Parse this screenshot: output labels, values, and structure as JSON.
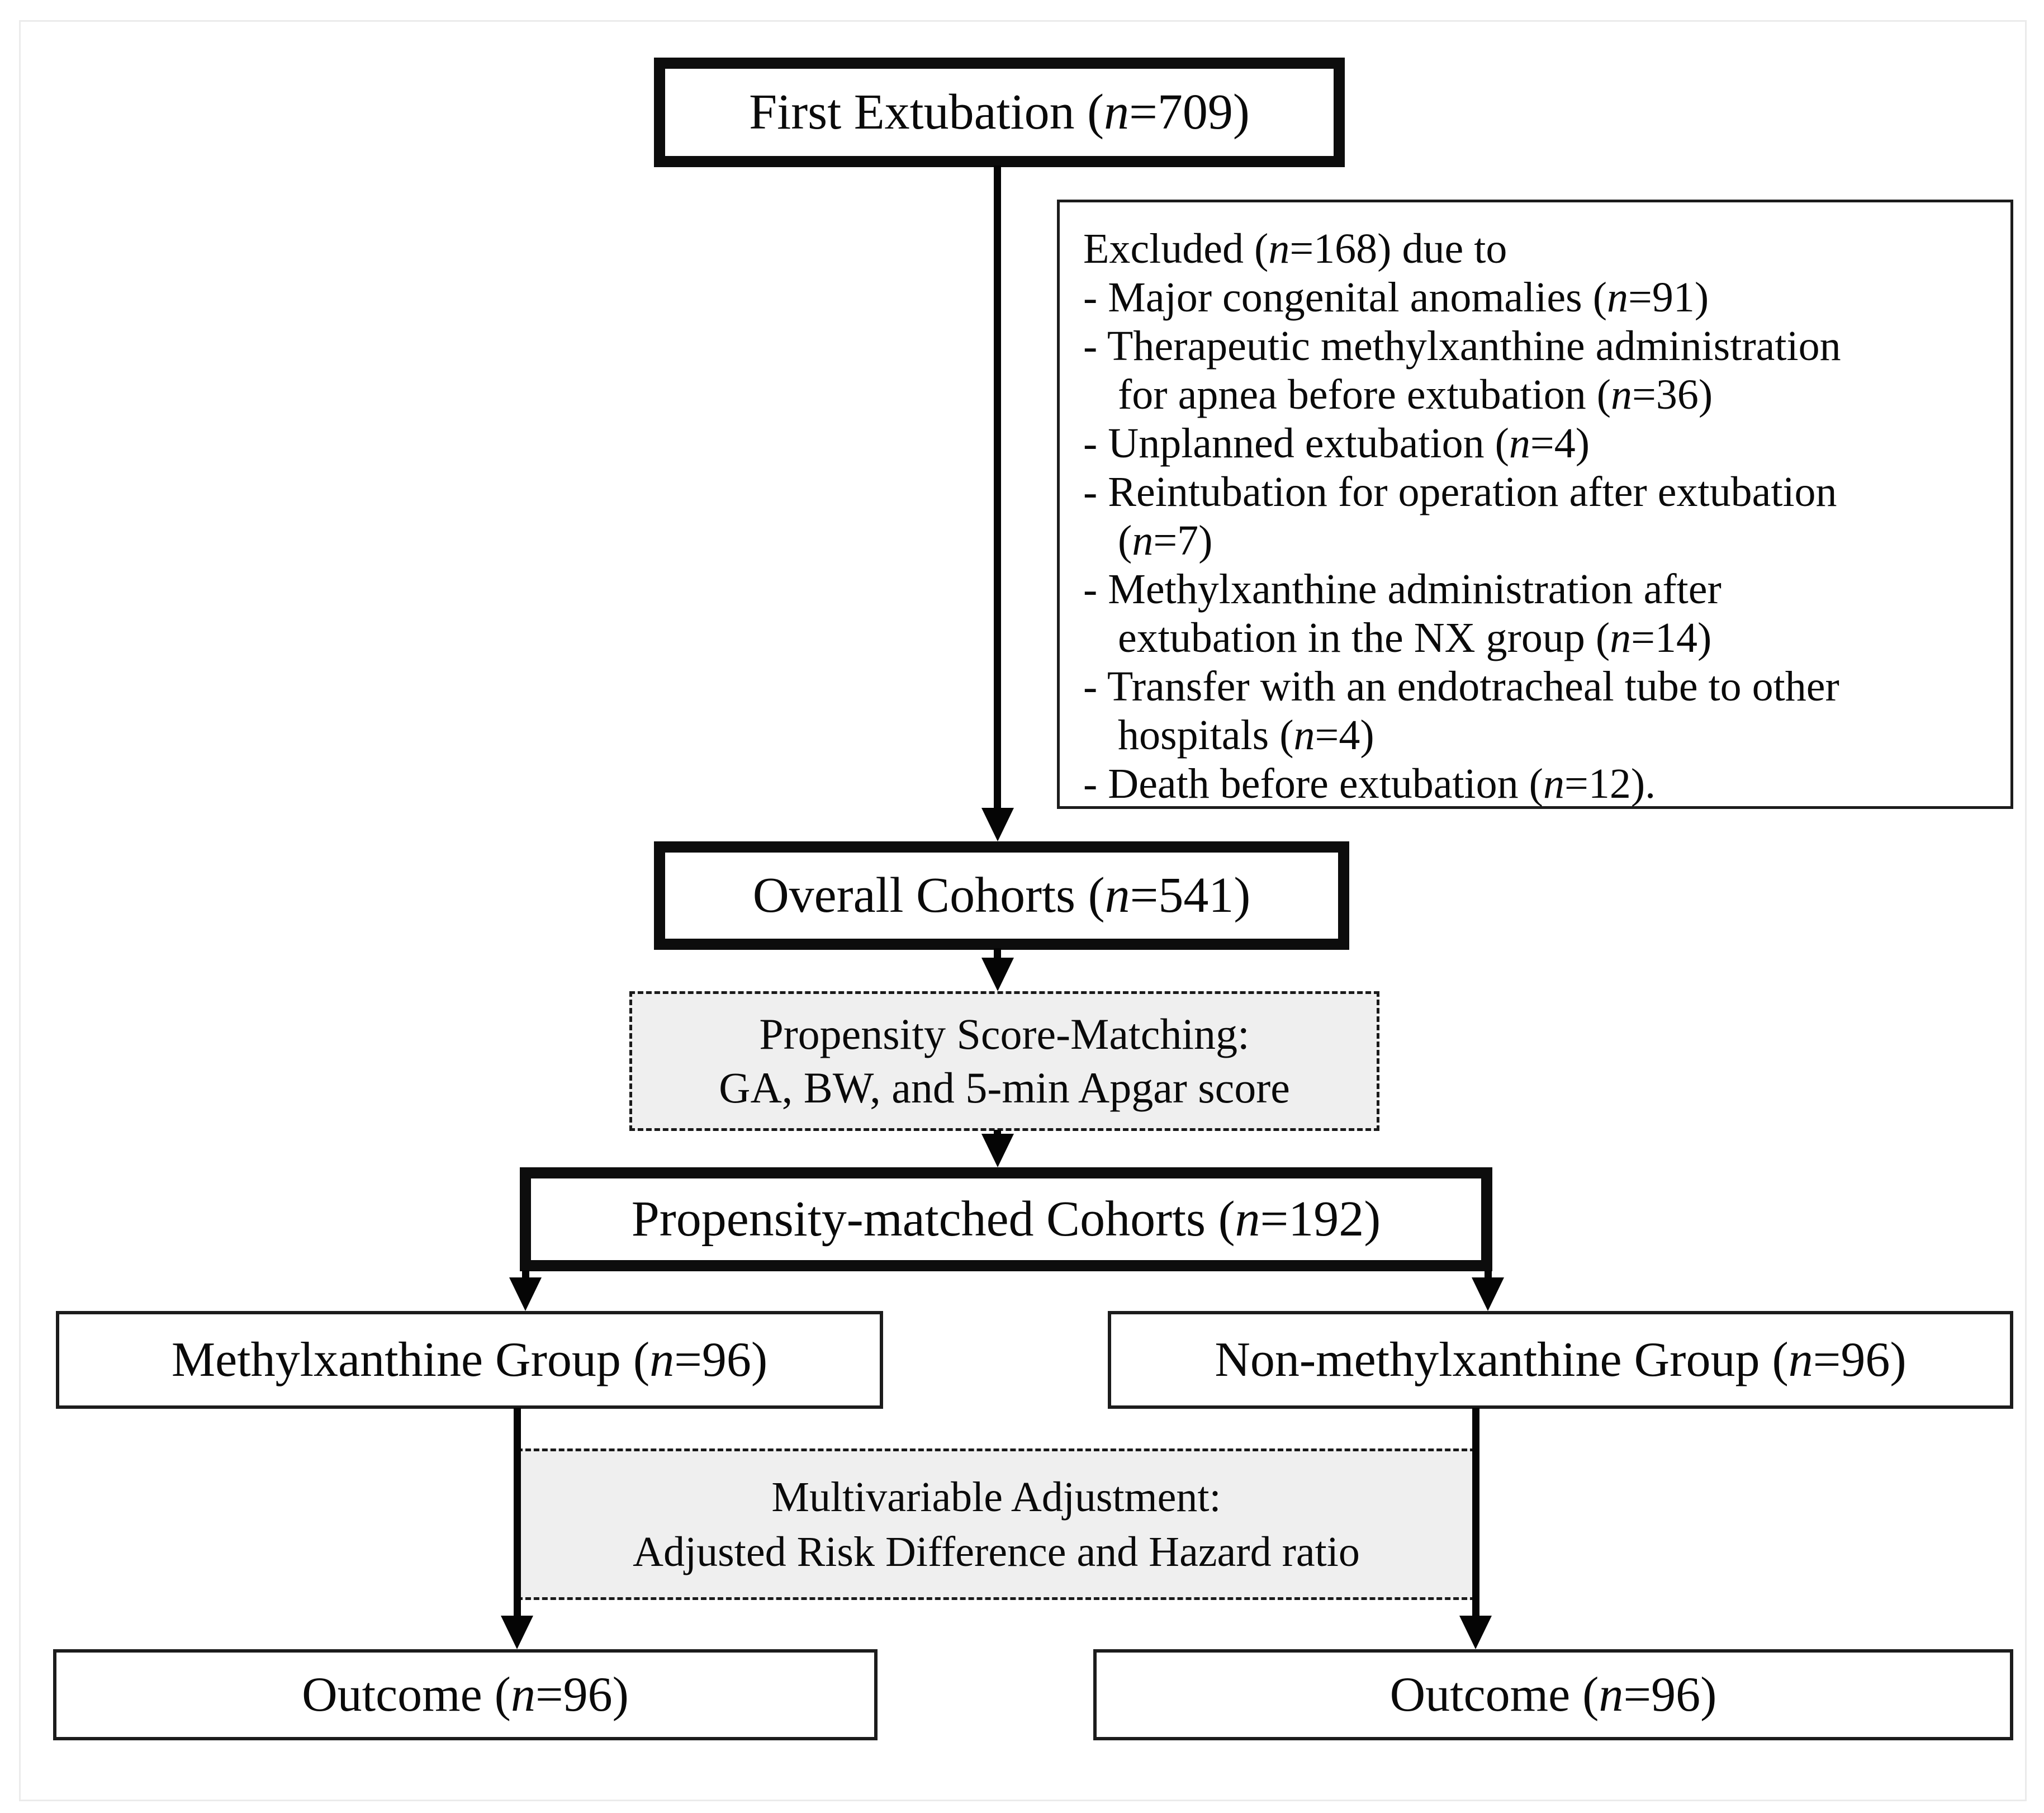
{
  "figure": {
    "colors": {
      "box_border": "#0d0d0d",
      "dashed_fill": "#efefef",
      "text": "#0a0a0a",
      "frame": "#ebebeb"
    },
    "boxes": {
      "first_extubation": {
        "pre": "First Extubation (",
        "n": "n",
        "post": "=709)"
      },
      "overall_cohorts": {
        "pre": "Overall Cohorts (",
        "n": "n",
        "post": "=541)"
      },
      "propensity_matched": {
        "pre": "Propensity-matched Cohorts (",
        "n": "n",
        "post": "=192)"
      },
      "methylxanthine_group": {
        "pre": "Methylxanthine Group (",
        "n": "n",
        "post": "=96)"
      },
      "non_methylxanthine_group": {
        "pre": "Non-methylxanthine Group (",
        "n": "n",
        "post": "=96)"
      },
      "outcome_left": {
        "pre": "Outcome (",
        "n": "n",
        "post": "=96)"
      },
      "outcome_right": {
        "pre": "Outcome (",
        "n": "n",
        "post": "=96)"
      }
    },
    "psm": {
      "line1": "Propensity Score-Matching:",
      "line2": "GA, BW, and 5-min Apgar score"
    },
    "multivariable": {
      "line1": "Multivariable Adjustment:",
      "line2": "Adjusted Risk Difference and Hazard ratio"
    },
    "excluded": {
      "lines": [
        {
          "pre": "Excluded (",
          "n": "n",
          "post": "=168) due to"
        },
        {
          "pre": "- Major congenital anomalies (",
          "n": "n",
          "post": "=91)"
        },
        {
          "pre": "- Therapeutic methylxanthine administration",
          "n": "",
          "post": ""
        },
        {
          "pre": "for apnea before extubation (",
          "n": "n",
          "post": "=36)"
        },
        {
          "pre": "- Unplanned extubation (",
          "n": "n",
          "post": "=4)"
        },
        {
          "pre": "- Reintubation for operation after extubation",
          "n": "",
          "post": ""
        },
        {
          "pre": "(",
          "n": "n",
          "post": "=7)"
        },
        {
          "pre": "- Methylxanthine administration after",
          "n": "",
          "post": ""
        },
        {
          "pre": "extubation in the NX group (",
          "n": "n",
          "post": "=14)"
        },
        {
          "pre": "- Transfer with an endotracheal tube to other",
          "n": "",
          "post": ""
        },
        {
          "pre": "hospitals (",
          "n": "n",
          "post": "=4)"
        },
        {
          "pre": "- Death before extubation (",
          "n": "n",
          "post": "=12)."
        }
      ]
    }
  }
}
